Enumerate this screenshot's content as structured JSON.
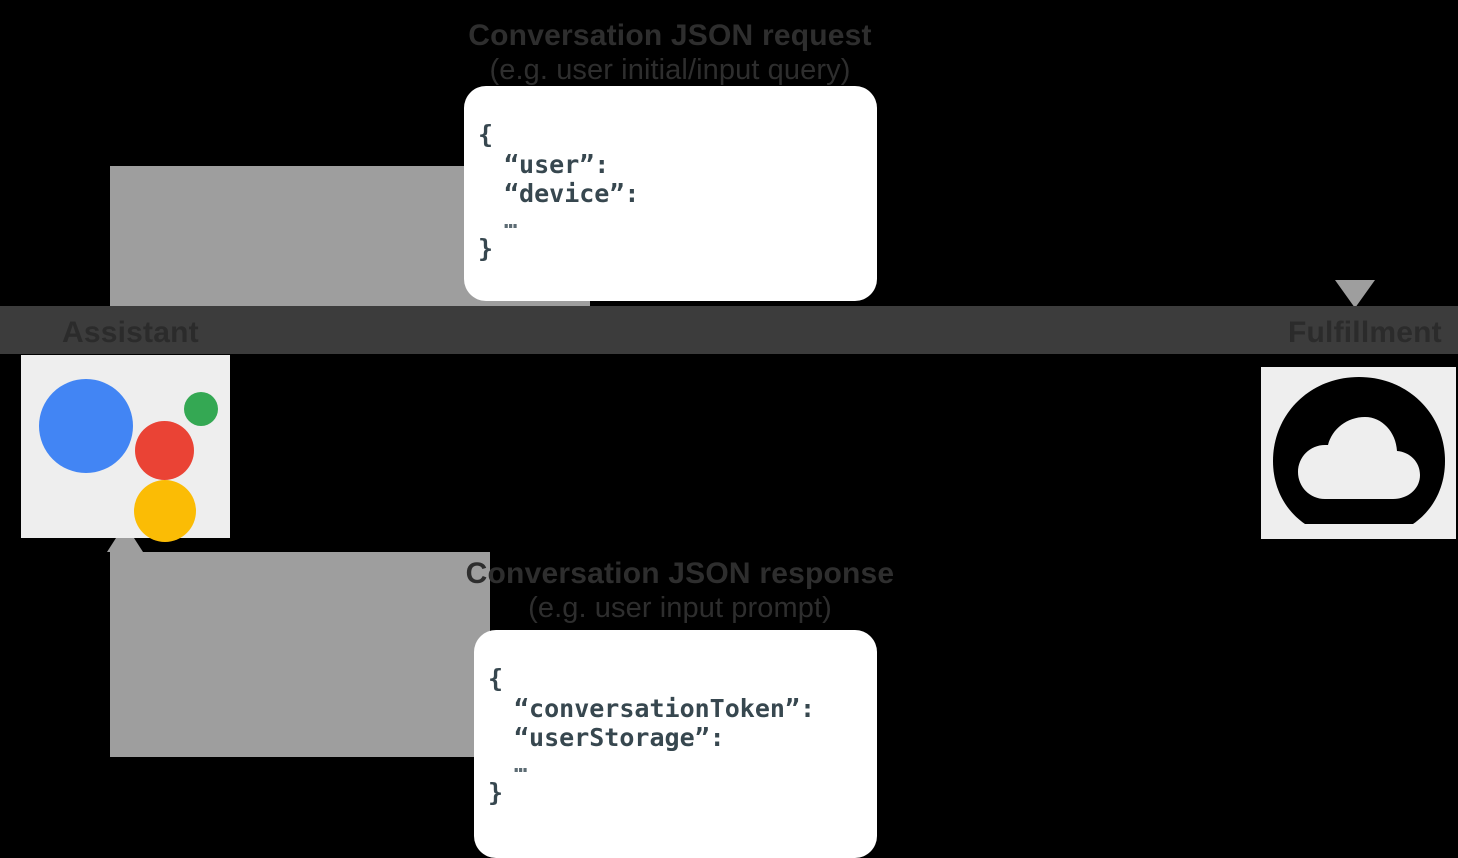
{
  "diagram": {
    "title": "Conversation request/response flow between Assistant and Fulfillment",
    "endpoints": {
      "assistant": {
        "label": "Assistant",
        "icon": "google-assistant-logo"
      },
      "fulfillment": {
        "label": "Fulfillment",
        "icon": "cloud-icon"
      }
    },
    "flows": [
      {
        "id": "request",
        "direction": "assistant-to-fulfillment",
        "title": "Conversation JSON request",
        "subtitle": "(e.g. user initial/input query)",
        "band_color": "#9e9e9e"
      },
      {
        "id": "response",
        "direction": "fulfillment-to-assistant",
        "title": "Conversation JSON response",
        "subtitle": "(e.g. user input prompt)",
        "band_color": "#9e9e9e"
      }
    ],
    "json_cards": [
      {
        "id": "request-payload",
        "lines": [
          "{",
          "“user”:",
          "“device”:",
          "…",
          "}"
        ]
      },
      {
        "id": "response-payload",
        "lines": [
          "{",
          "“conversationToken”:",
          "“userStorage”:",
          "…",
          "}"
        ]
      }
    ],
    "colors": {
      "background": "#000000",
      "band": "#9e9e9e",
      "band_dark": "#000000",
      "mid_strip": "#3c3c3c",
      "tile": "#eeeeee",
      "card": "#ffffff",
      "assistant_blue": "#4285f4",
      "assistant_red": "#ea4335",
      "assistant_green": "#34a853",
      "assistant_yellow": "#fbbc05"
    }
  }
}
